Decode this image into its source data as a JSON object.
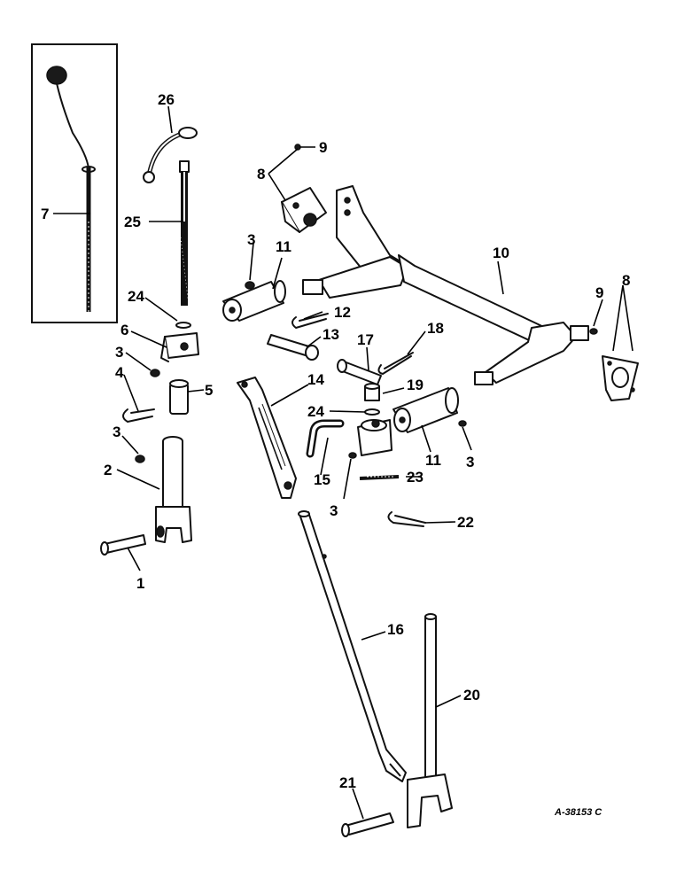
{
  "labels": {
    "p1": "1",
    "p2": "2",
    "p3a": "3",
    "p3b": "3",
    "p3c": "3",
    "p3d": "3",
    "p3e": "3",
    "p4": "4",
    "p5": "5",
    "p6": "6",
    "p7": "7",
    "p8a": "8",
    "p8b": "8",
    "p9a": "9",
    "p9b": "9",
    "p10": "10",
    "p11a": "11",
    "p11b": "11",
    "p12": "12",
    "p13": "13",
    "p14": "14",
    "p15": "15",
    "p16": "16",
    "p17": "17",
    "p18": "18",
    "p19": "19",
    "p20": "20",
    "p21": "21",
    "p22": "22",
    "p23": "23",
    "p24a": "24",
    "p24b": "24",
    "p25": "25",
    "p26": "26"
  },
  "reference": "A-38153 C"
}
